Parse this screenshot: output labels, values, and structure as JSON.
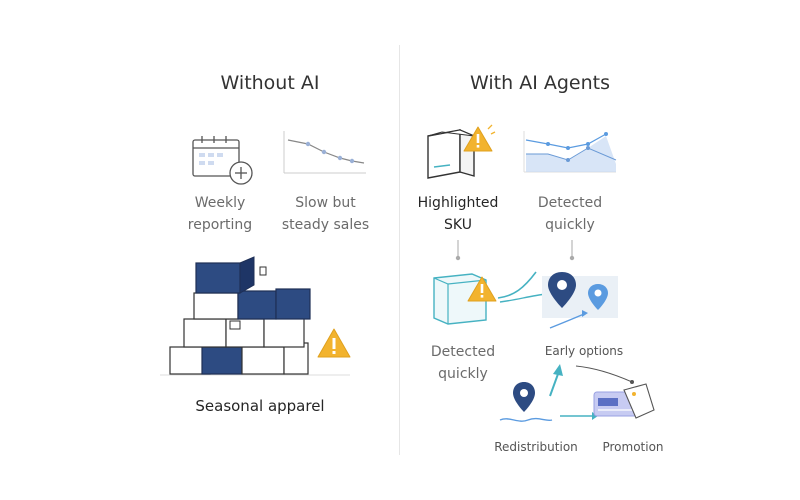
{
  "left": {
    "title": "Without AI",
    "weekly_reporting": "Weekly\nreporting",
    "slow_sales": "Slow but\nsteady sales",
    "bottom_label": "Seasonal apparel"
  },
  "right": {
    "title": "With AI Agents",
    "highlighted_sku": "Highlighted\nSKU",
    "detected_top": "Detected\nquickly",
    "detected_mid": "Detected\nquickly",
    "early_options": "Early options",
    "redistribution": "Redistribution",
    "promotion": "Promotion"
  },
  "colors": {
    "navy": "#2d4b82",
    "warning": "#f2b32e",
    "teal": "#46b2c2",
    "light_blue": "#5b9be0",
    "lavender": "#9aa2e3"
  }
}
